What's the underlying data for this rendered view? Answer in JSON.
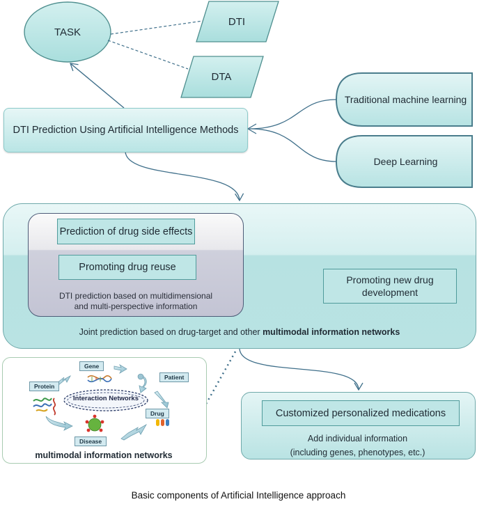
{
  "task": {
    "label": "TASK"
  },
  "subtasks": [
    {
      "label": "DTI"
    },
    {
      "label": "DTA"
    }
  ],
  "ai_methods": {
    "label": "DTI Prediction Using Artificial Intelligence Methods"
  },
  "methods": [
    {
      "label": "Traditional machine learning"
    },
    {
      "label": "Deep Learning"
    }
  ],
  "applications": {
    "side_effects": "Prediction of drug side effects",
    "drug_reuse": "Promoting drug reuse",
    "multi_info_line1": "DTI prediction based on multidimensional",
    "multi_info_line2": "and multi-perspective information",
    "new_drug_line1": "Promoting new drug",
    "new_drug_line2": "development",
    "joint_prefix": "Joint prediction based on drug-target and other",
    "joint_bold": "multimodal information networks"
  },
  "network": {
    "nodes": {
      "gene": "Gene",
      "protein": "Protein",
      "patient": "Patient",
      "drug": "Drug",
      "disease": "Disease"
    },
    "center": "Interaction Networks",
    "title": "multimodal information networks"
  },
  "personalized": {
    "title": "Customized personalized medications",
    "line1": "Add individual information",
    "line2": "(including genes, phenotypes, etc.)"
  },
  "caption": "Basic components of Artificial Intelligence approach",
  "colors": {
    "teal_fill": "#bfe6e6",
    "teal_border": "#4f9b9b",
    "arrow": "#3f6f8a",
    "dark_border": "#4d5b77"
  }
}
